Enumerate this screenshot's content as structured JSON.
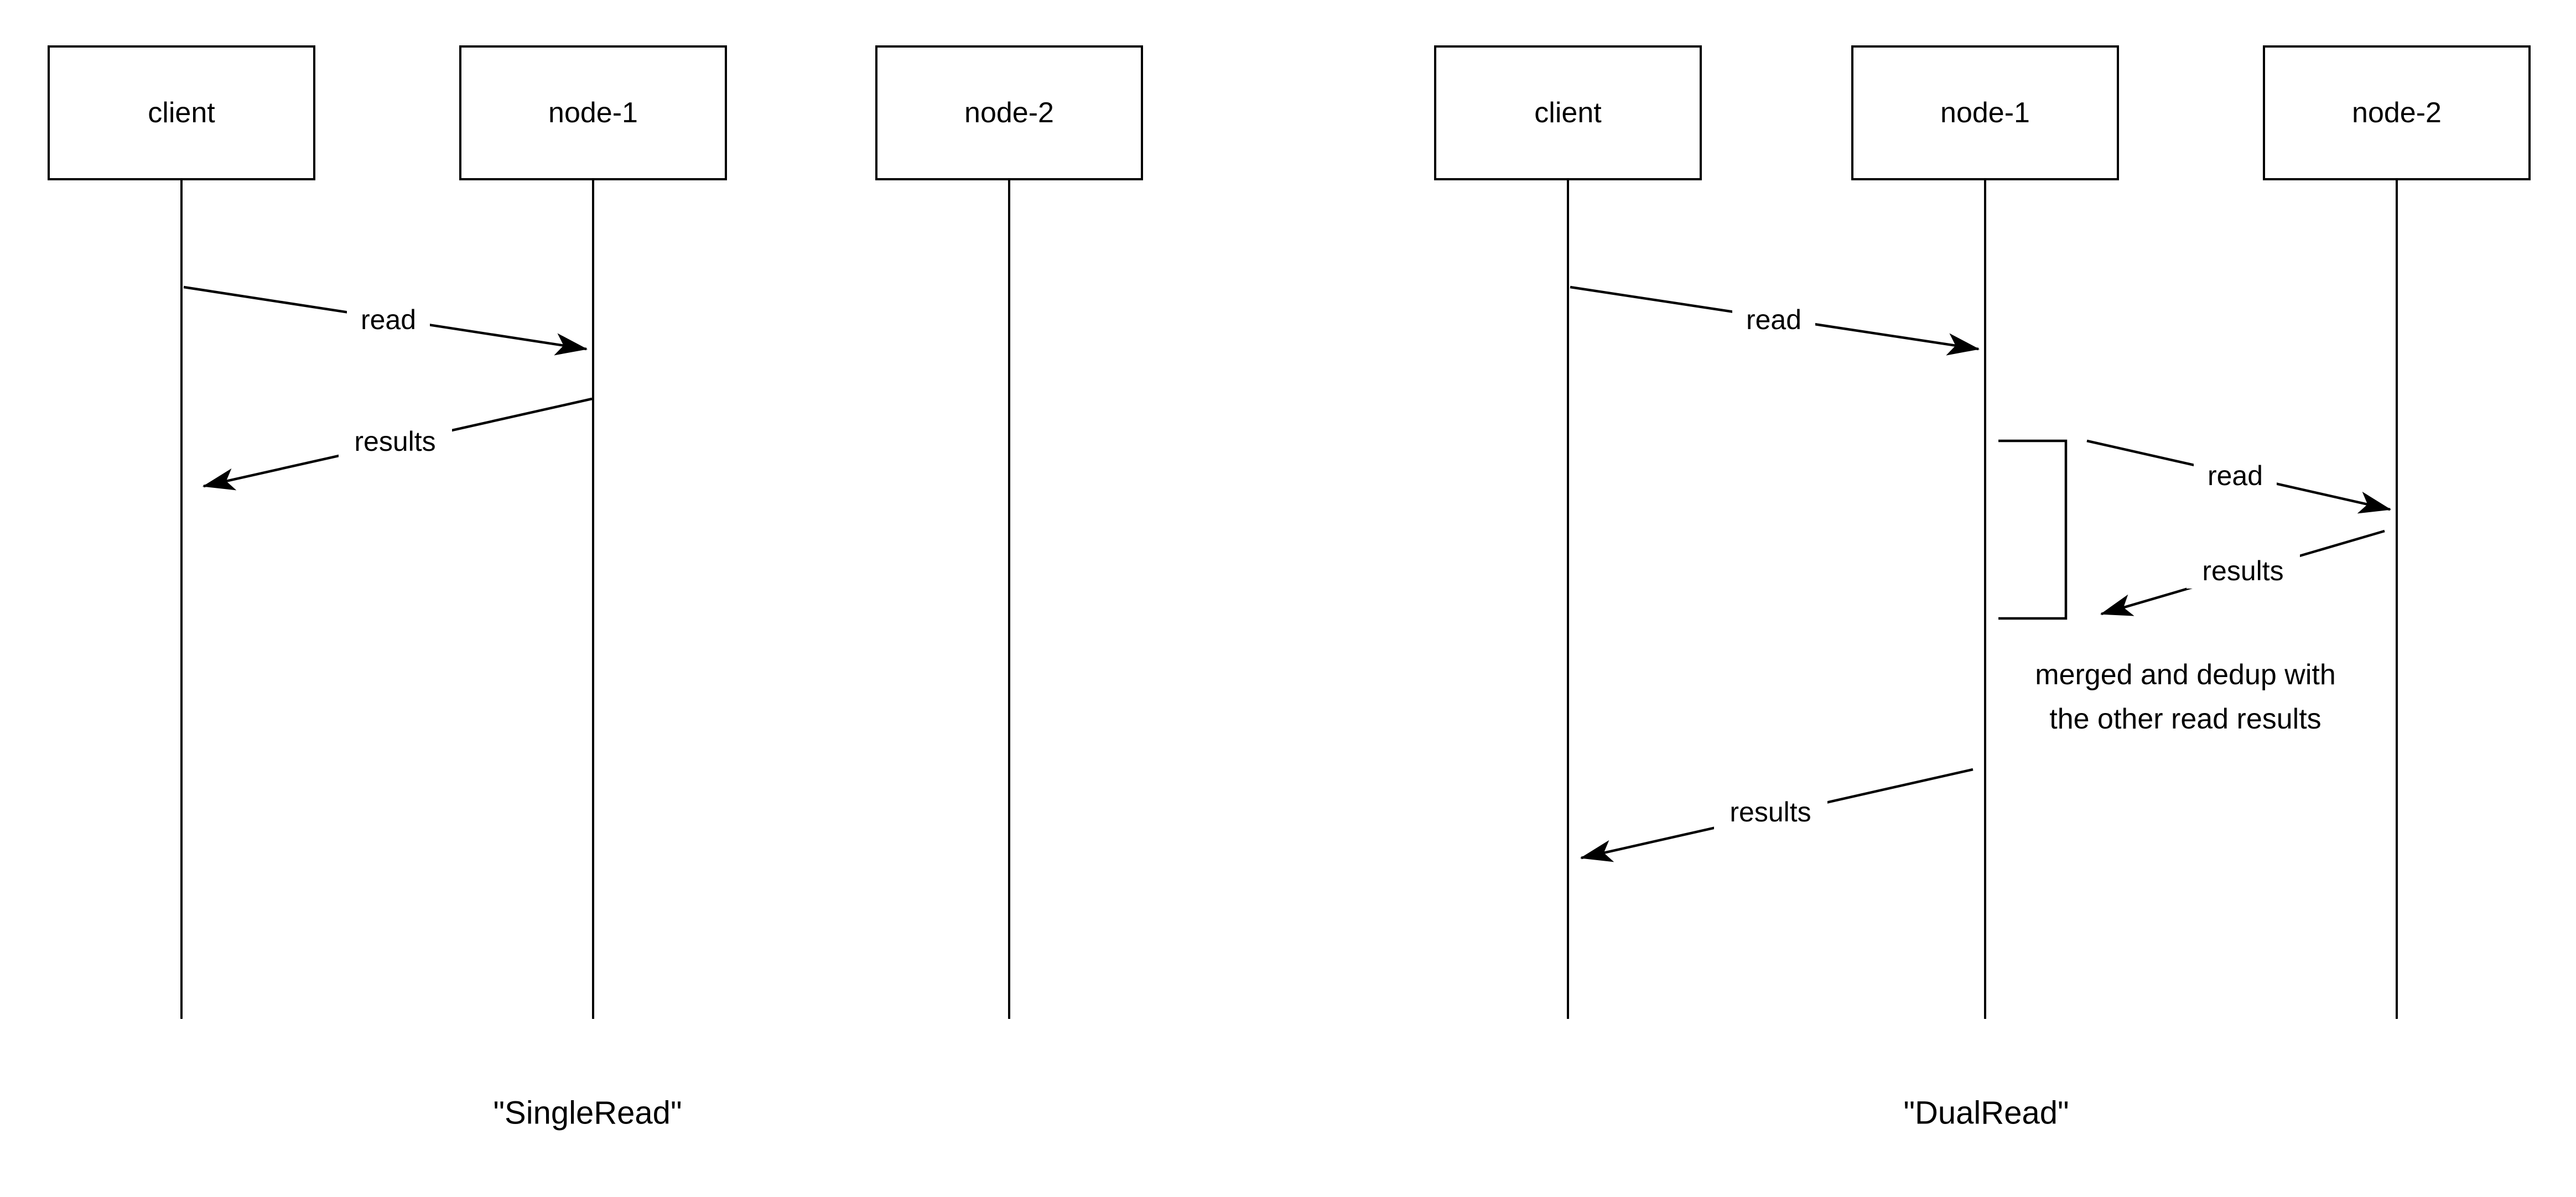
{
  "colors": {
    "background": "#ffffff",
    "line": "#000000",
    "text": "#000000"
  },
  "left_diagram": {
    "caption": "\"SingleRead\"",
    "actors": [
      {
        "label": "client"
      },
      {
        "label": "node-1"
      },
      {
        "label": "node-2"
      }
    ],
    "messages": {
      "read": "read",
      "results": "results"
    }
  },
  "right_diagram": {
    "caption": "\"DualRead\"",
    "actors": [
      {
        "label": "client"
      },
      {
        "label": "node-1"
      },
      {
        "label": "node-2"
      }
    ],
    "messages": {
      "read_client_to_node1": "read",
      "read_node1_to_node2": "read",
      "results_node2_to_node1": "results",
      "results_node1_to_client": "results"
    },
    "note": {
      "line1": "merged and dedup with",
      "line2": "the other read results"
    }
  }
}
